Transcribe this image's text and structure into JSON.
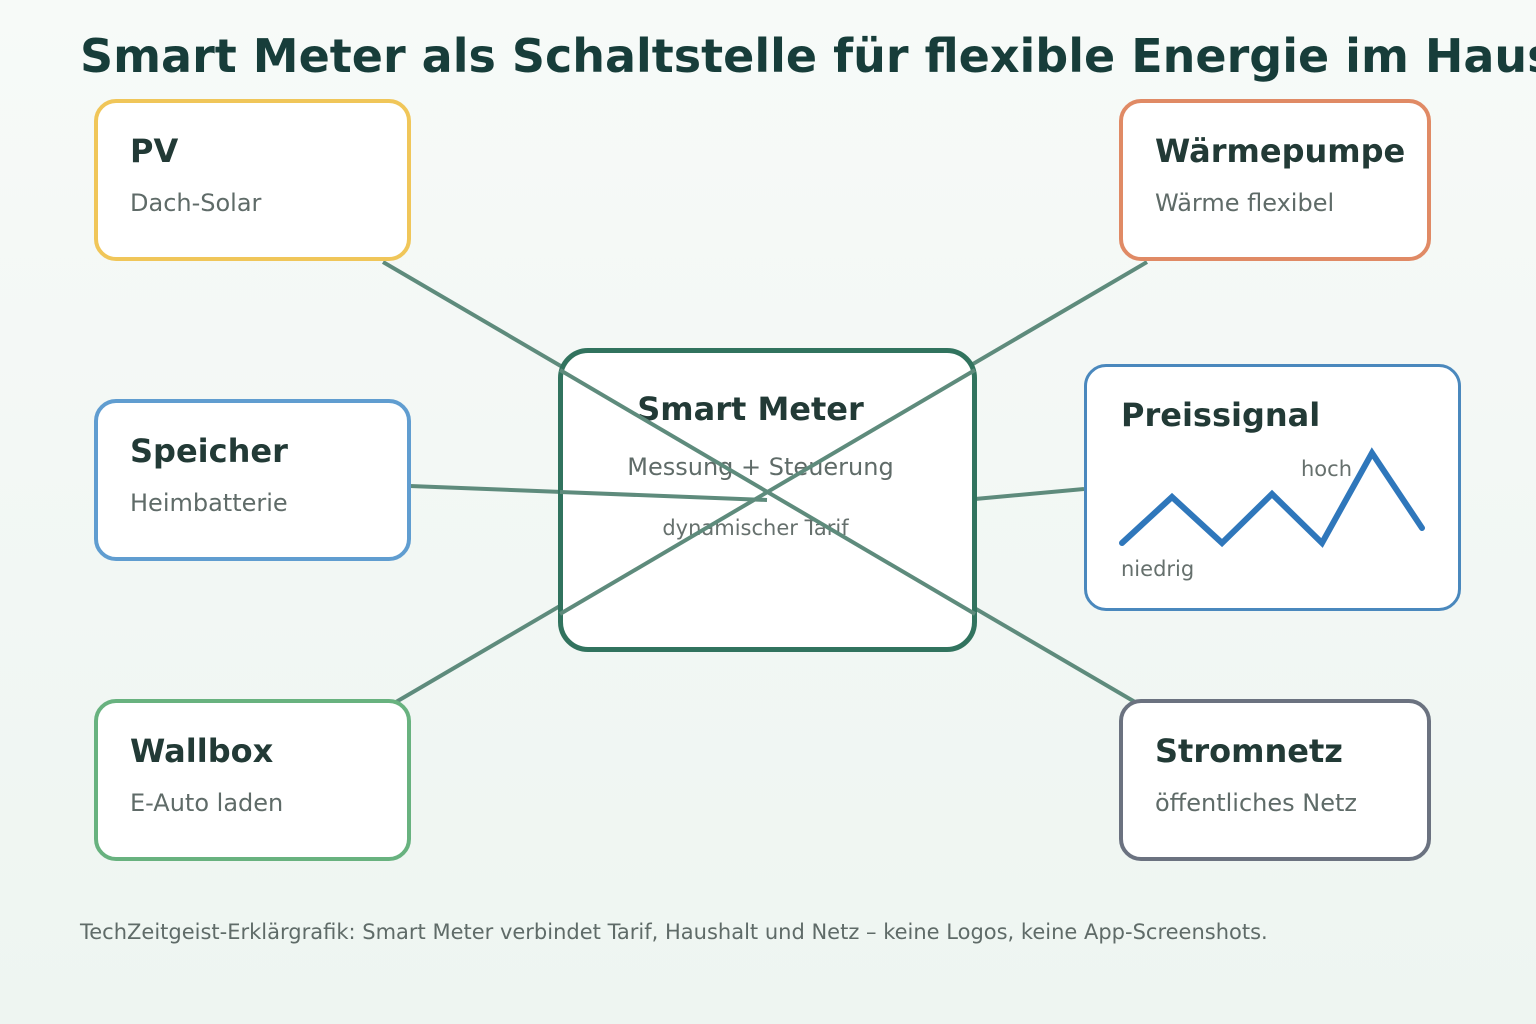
{
  "title": "Smart Meter als Schaltstelle für flexible Energie im Haushalt",
  "center": {
    "title": "Smart Meter",
    "subtitle": "Messung + Steuerung",
    "tariff": "dynamischer Tarif",
    "color": "#31735e"
  },
  "nodes": {
    "pv": {
      "title": "PV",
      "subtitle": "Dach-Solar",
      "color": "#f0c659"
    },
    "storage": {
      "title": "Speicher",
      "subtitle": "Heimbatterie",
      "color": "#609dd0"
    },
    "wallbox": {
      "title": "Wallbox",
      "subtitle": "E-Auto laden",
      "color": "#68b27f"
    },
    "heatpump": {
      "title": "Wärmepumpe",
      "subtitle": "Wärme flexibel",
      "color": "#e08a65"
    },
    "grid": {
      "title": "Stromnetz",
      "subtitle": "öffentliches Netz",
      "color": "#6b7280"
    }
  },
  "price_signal": {
    "title": "Preissignal",
    "label_high": "hoch",
    "label_low": "niedrig",
    "color": "#2f77bb"
  },
  "connector_color": "#5e8b7c",
  "caption": "TechZeitgeist-Erklärgrafik: Smart Meter verbindet Tarif, Haushalt und Netz – keine Logos, keine App-Screenshots."
}
